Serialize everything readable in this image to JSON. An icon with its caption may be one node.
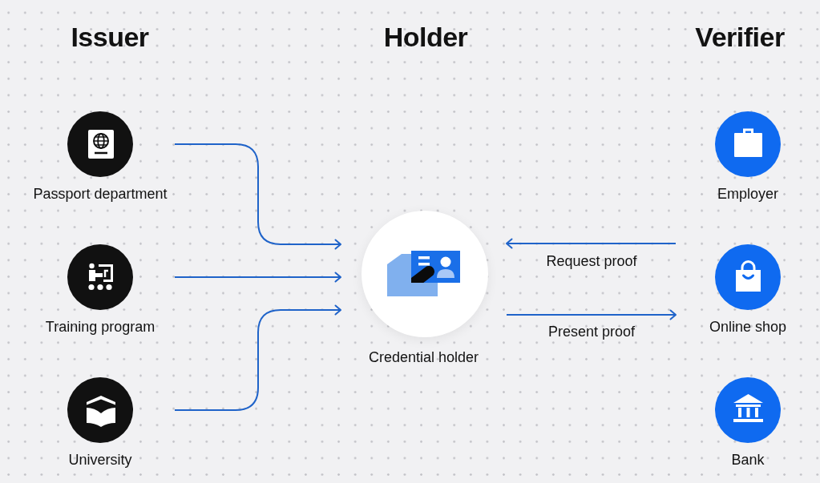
{
  "diagram": {
    "nodes": [
      {
        "text": [
          "Passport department"
        ]
      },
      {
        "text": [
          "Training program"
        ]
      },
      {
        "text": [
          "University"
        ]
      },
      {
        "text": [
          "Credential holder"
        ]
      },
      {
        "text": [
          "Employer"
        ]
      },
      {
        "text": [
          "Online shop"
        ]
      },
      {
        "text": [
          "Bank"
        ]
      }
    ],
    "edges": [
      {
        "from": 0,
        "to": 3,
        "arrow": "to"
      },
      {
        "from": 1,
        "to": 3,
        "arrow": "to"
      },
      {
        "from": 2,
        "to": 3,
        "arrow": "to"
      },
      {
        "from": 5,
        "to": 3,
        "arrow": "to",
        "label": "Request proof"
      },
      {
        "from": 3,
        "to": 5,
        "arrow": "to",
        "label": "Present proof"
      }
    ],
    "labels": [
      "Issuer",
      "Holder",
      "Verifier"
    ]
  }
}
